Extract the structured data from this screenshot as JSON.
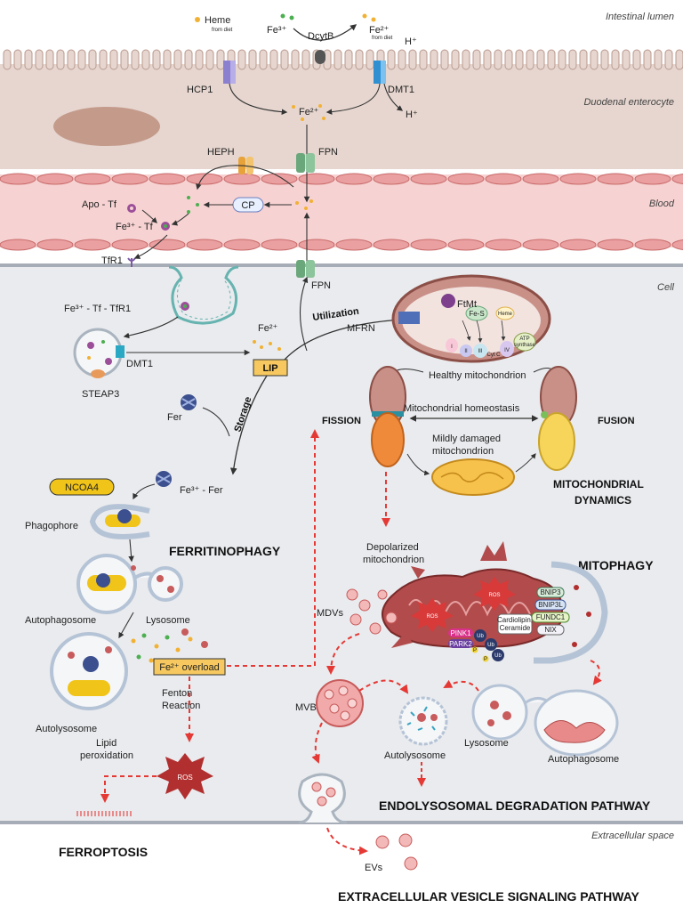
{
  "regions": {
    "lumen": "Intestinal lumen",
    "enterocyte": "Duodenal enterocyte",
    "blood": "Blood",
    "cell": "Cell",
    "extracellular": "Extracellular space"
  },
  "enterocyte": {
    "heme": "Heme",
    "heme_sub": "from diet",
    "fe3": "Fe³⁺",
    "dcytb": "DcytB",
    "fe2": "Fe²⁺",
    "fe2_sub": "from diet",
    "h_plus": "H⁺",
    "hcp1": "HCP1",
    "dmt1": "DMT1",
    "fe2_inner": "Fe²⁺",
    "h_plus_out": "H⁺",
    "heph": "HEPH",
    "fpn": "FPN"
  },
  "blood": {
    "apo_tf": "Apo - Tf",
    "fe3_tf": "Fe³⁺ - Tf",
    "cp": "CP",
    "tfr1": "TfR1"
  },
  "cell": {
    "fpn": "FPN",
    "fe3_tf_tfr1": "Fe³⁺ - Tf - TfR1",
    "dmt1": "DMT1",
    "steap3": "STEAP3",
    "fe2": "Fe²⁺",
    "lip": "LIP",
    "utilization": "Utilization",
    "storage": "Storage",
    "fer": "Fer",
    "fe3_fer": "Fe³⁺ - Fer",
    "ncoa4": "NCOA4",
    "phagophore": "Phagophore",
    "ferritinophagy": "FERRITINOPHAGY",
    "autophagosome": "Autophagosome",
    "lysosome": "Lysosome",
    "autolysosome": "Autolysosome",
    "fe2_overload": "Fe²⁺ overload",
    "fenton_1": "Fenton",
    "fenton_2": "Reaction",
    "lipid_1": "Lipid",
    "lipid_2": "peroxidation",
    "ros": "ROS",
    "ferroptosis": "FERROPTOSIS"
  },
  "mito": {
    "mfrn": "MFRN",
    "ftmt": "FtMt",
    "fe_s": "Fe-S",
    "heme": "Heme",
    "atp_1": "ATP",
    "atp_2": "synthase",
    "complex_1": "I",
    "complex_2": "II",
    "complex_3": "III",
    "complex_4": "IV",
    "cyt_c": "Cyt C",
    "healthy": "Healthy mitochondrion",
    "fission": "FISSION",
    "fusion": "FUSION",
    "homeostasis": "Mitochondrial homeostasis",
    "mild_1": "Mildly damaged",
    "mild_2": "mitochondrion",
    "dynamics_1": "MITOCHONDRIAL",
    "dynamics_2": "DYNAMICS"
  },
  "mitophagy": {
    "depol_1": "Depolarized",
    "depol_2": "mitochondrion",
    "title": "MITOPHAGY",
    "ros": "ROS",
    "bnip3": "BNIP3",
    "bnip3l": "BNIP3L",
    "fundc1": "FUNDC1",
    "cardio_1": "Cardiolipin,",
    "cardio_2": "Ceramide",
    "nix": "NIX",
    "pink1": "PINK1",
    "park2": "PARK2",
    "ub": "Ub",
    "p": "P",
    "mdvs": "MDVs",
    "mvb": "MVB",
    "autolysosome": "Autolysosome",
    "lysosome": "Lysosome",
    "autophagosome": "Autophagosome",
    "endo_pathway": "ENDOLYSOSOMAL DEGRADATION PATHWAY",
    "evs": "EVs",
    "ev_pathway": "EXTRACELLULAR VESICLE SIGNALING PATHWAY"
  },
  "colors": {
    "iron_fe2": "#f2b133",
    "iron_fe3": "#4caf50",
    "arrow_red": "#e53935",
    "enterocyte": "#e6d6cf",
    "blood": "#f7d2d2",
    "cell_bg": "#e9ebee",
    "mito": "#c99088",
    "lip_box": "#f6c85f"
  }
}
